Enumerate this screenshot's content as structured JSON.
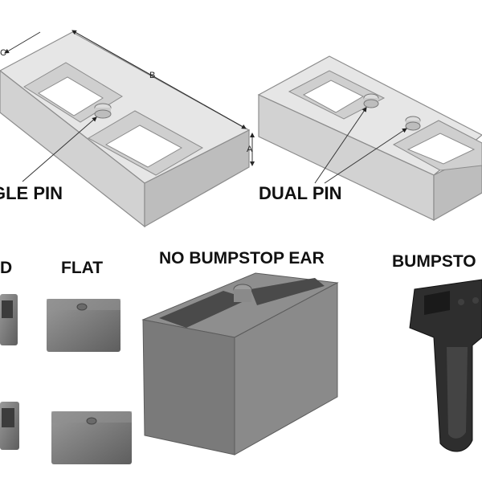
{
  "labels": {
    "single_pin": "GLE PIN",
    "dual_pin": "DUAL PIN",
    "tapered_partial": "D",
    "flat": "FLAT",
    "no_bumpstop_ear": "NO BUMPSTOP EAR",
    "bumpstop_partial": "BUMPSTO"
  },
  "dimensions": {
    "a": "A",
    "b": "B",
    "c": "C"
  },
  "colors": {
    "diagram_fill": "#e4e4e4",
    "diagram_stroke": "#8a8a8a",
    "metal_gray": "#7c7c7c",
    "metal_dark": "#2a2a2a"
  }
}
